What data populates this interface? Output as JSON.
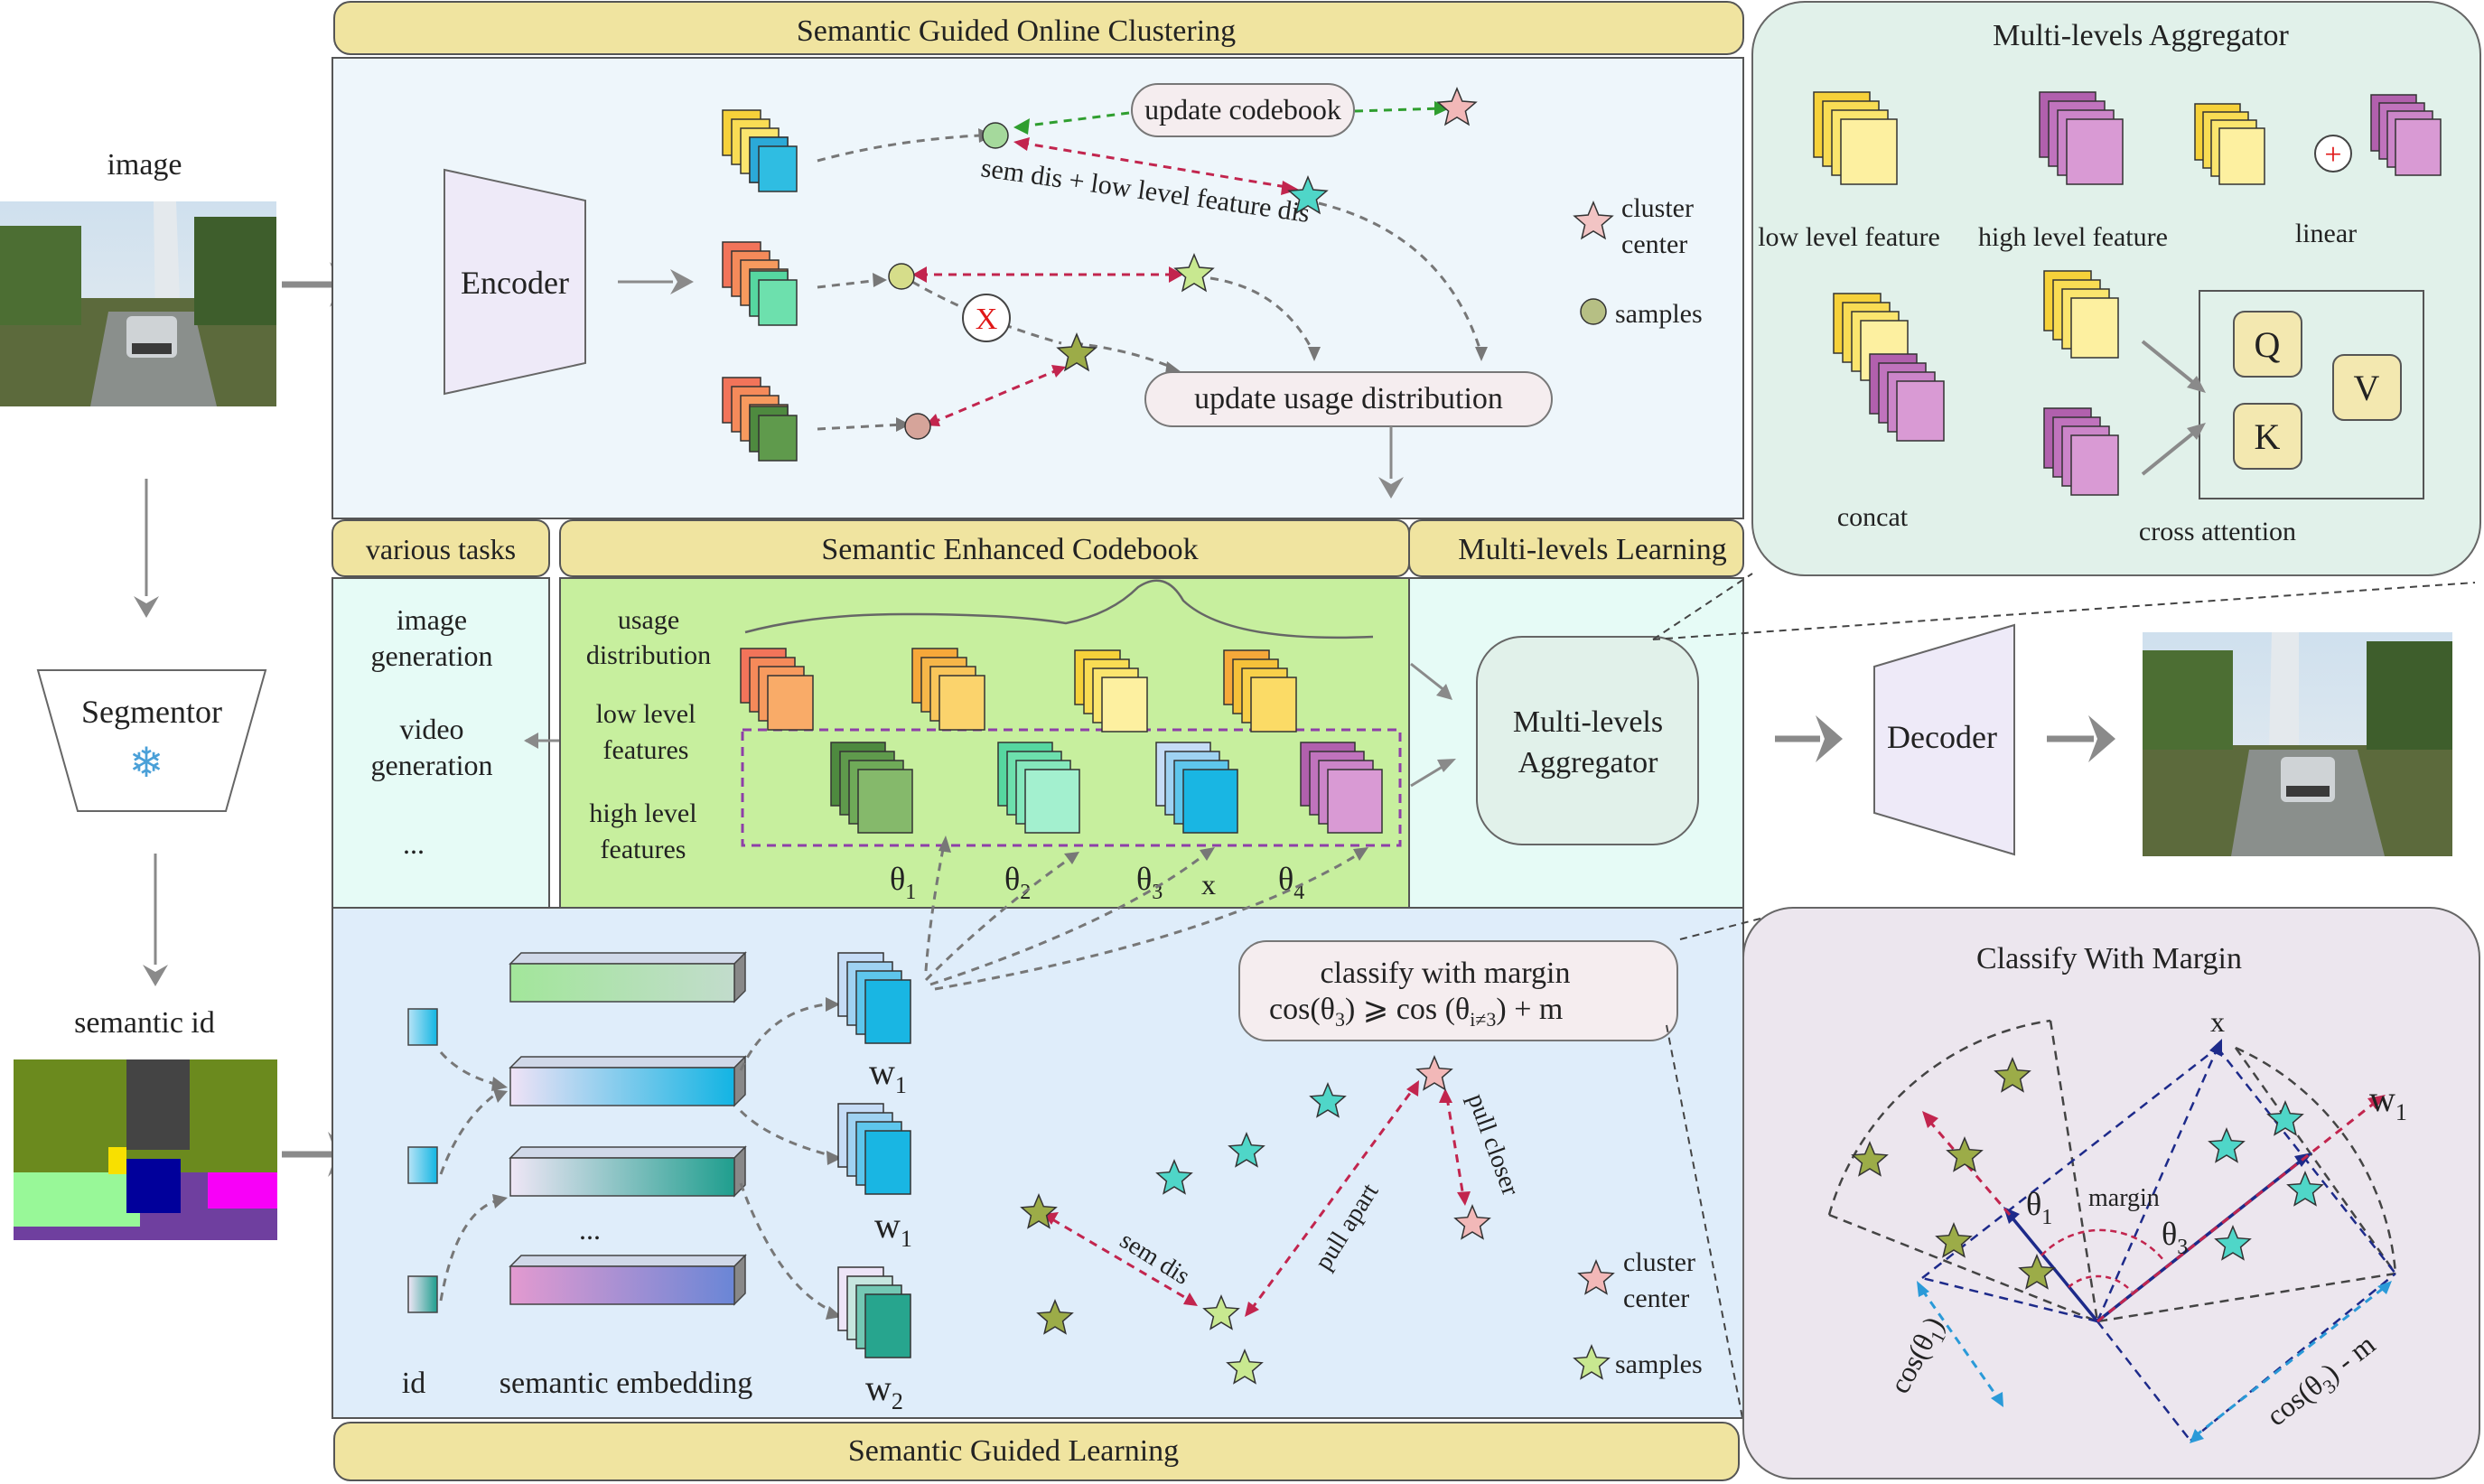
{
  "colors": {
    "banner": "#f0e4a0",
    "online_bg": "#eef6fb",
    "codebook_bg": "#c7ef9e",
    "tasks_bg": "#e6fbf6",
    "learning_bg": "#dfedfa",
    "aggregator_bg": "#e1f1ea",
    "margin_bg": "#ece6ee",
    "arrow_red": "#c2254e",
    "arrow_green": "#2f9e2f",
    "arrow_blue": "#1d2a8a"
  },
  "left": {
    "image_label": "image",
    "segmentor_label": "Segmentor",
    "snowflake": "❄",
    "semantic_id_label": "semantic id"
  },
  "online": {
    "title": "Semantic  Guided  Online Clustering",
    "encoder_label": "Encoder",
    "update_codebook": "update codebook",
    "distance_label": "sem dis + low level feature dis",
    "update_usage": "update usage distribution",
    "legend_cluster": [
      "cluster",
      "center"
    ],
    "legend_samples": "samples",
    "reject_mark": "X"
  },
  "tasks": {
    "title": "various tasks",
    "items": [
      [
        "image",
        "generation"
      ],
      [
        "video",
        "generation"
      ],
      [
        "..."
      ]
    ]
  },
  "codebook": {
    "title": "Semantic  Enhanced Codebook",
    "row_labels": [
      [
        "usage",
        "distribution"
      ],
      [
        "low level",
        "features"
      ],
      [
        "high level",
        "features"
      ]
    ],
    "thetas": [
      {
        "sym": "θ",
        "sub": "1"
      },
      {
        "sym": "θ",
        "sub": "2"
      },
      {
        "sym": "θ",
        "sub": "3"
      },
      {
        "sym": "θ",
        "sub": "4"
      }
    ],
    "x_label": "x"
  },
  "mll": {
    "title": "Multi-levels Learning",
    "aggregator": [
      "Multi-levels",
      "Aggregator"
    ]
  },
  "decoder_label": "Decoder",
  "aggregator_panel": {
    "title": "Multi-levels Aggregator",
    "low": "low level feature",
    "high": "high level feature",
    "linear": "linear",
    "concat": "concat",
    "cross": "cross attention",
    "q": "Q",
    "k": "K",
    "v": "V",
    "plus": "+"
  },
  "learning": {
    "title": "Semantic  Guided Learning",
    "id_label": "id",
    "embedding_label": "semantic embedding",
    "ellipsis": "...",
    "w_labels": [
      {
        "sym": "w",
        "sub": "1"
      },
      {
        "sym": "w",
        "sub": "1"
      },
      {
        "sym": "w",
        "sub": "2"
      }
    ],
    "classify_title": "classify with margin",
    "formula": {
      "a": "cos(θ",
      "a_sub": "3",
      "b": ") ⩾ cos (θ",
      "b_sub": "i≠3",
      "c": ") + m"
    },
    "sem_dis": "sem dis",
    "pull_apart": "pull apart",
    "pull_closer": "pull closer",
    "legend_cluster": [
      "cluster",
      "center"
    ],
    "legend_samples": "samples"
  },
  "margin_panel": {
    "title": "Classify With Margin",
    "x": "x",
    "w1": {
      "sym": "w",
      "sub": "1"
    },
    "theta1": {
      "sym": "θ",
      "sub": "1"
    },
    "theta3": {
      "sym": "θ",
      "sub": "3"
    },
    "margin": "margin",
    "cos1": {
      "a": "cos(θ",
      "sub": "1",
      "b": ")"
    },
    "cos3": {
      "a": "cos(θ",
      "sub": "3",
      "b": ") - m"
    }
  }
}
